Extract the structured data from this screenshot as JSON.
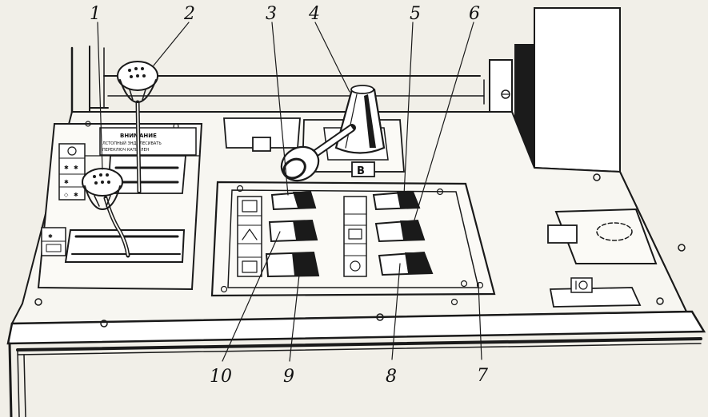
{
  "callouts": [
    {
      "label": "1"
    },
    {
      "label": "2"
    },
    {
      "label": "3"
    },
    {
      "label": "4"
    },
    {
      "label": "5"
    },
    {
      "label": "6"
    },
    {
      "label": "7"
    },
    {
      "label": "8"
    },
    {
      "label": "9"
    },
    {
      "label": "10"
    }
  ],
  "plate": {
    "title": "ВНИМАНИЕ",
    "lines": [
      "ЛСТОПНЫЙ  ЗНДОЛЕСИВАТЬ",
      "ПЕРЕКЛЮЧ  КАТЬСЛЕН"
    ]
  },
  "b_plate_label": "B"
}
